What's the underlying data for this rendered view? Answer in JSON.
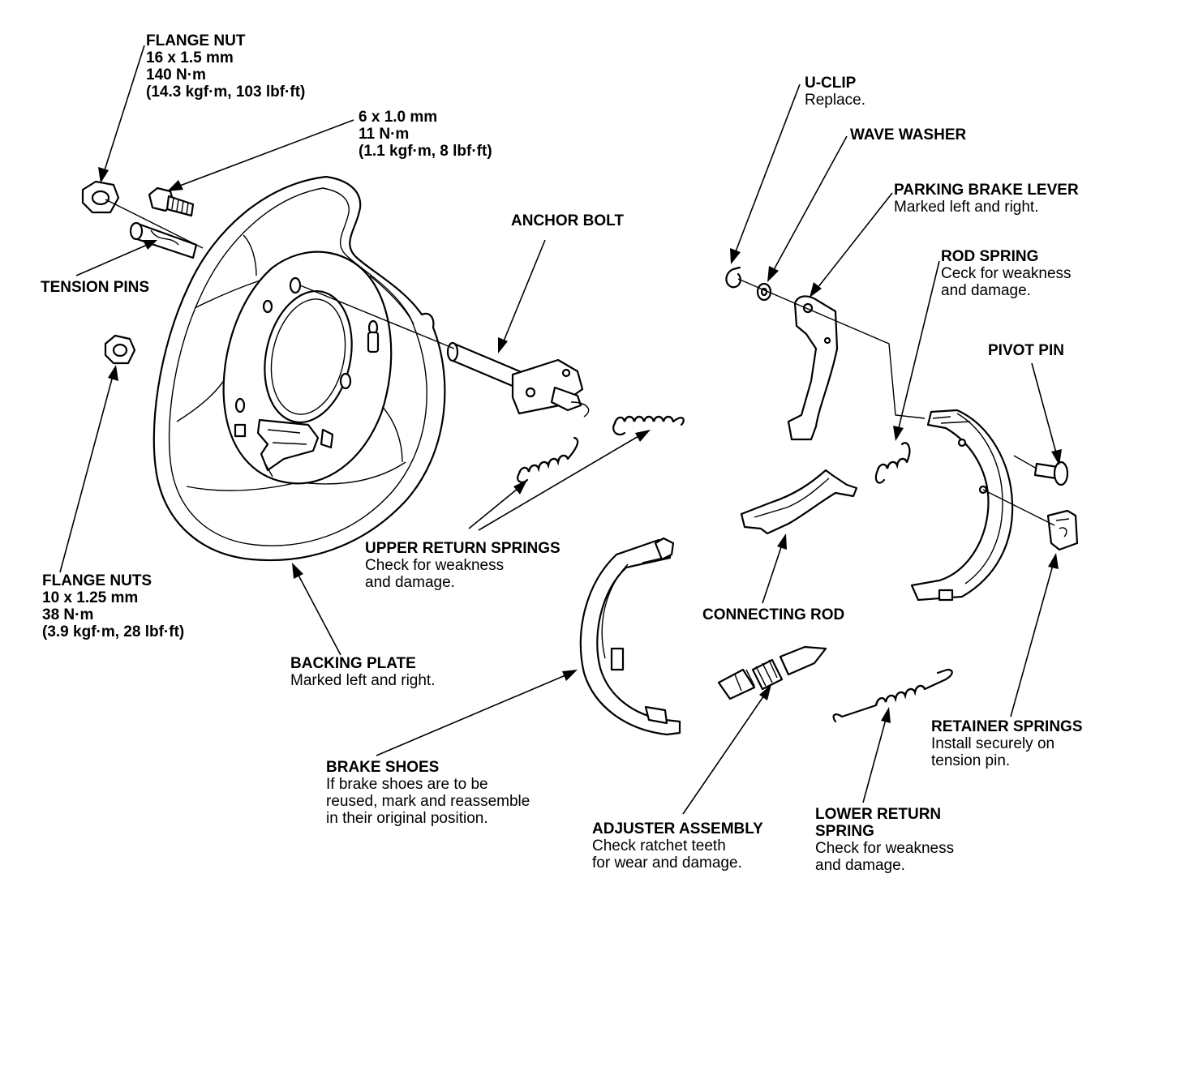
{
  "labels": {
    "flange_nut": {
      "title": "FLANGE NUT",
      "lines": [
        "16 x 1.5 mm",
        "140 N·m",
        "(14.3 kgf·m, 103 lbf·ft)"
      ]
    },
    "bolt_6mm": {
      "lines": [
        "6 x 1.0 mm",
        "11 N·m",
        "(1.1 kgf·m, 8 lbf·ft)"
      ]
    },
    "tension_pins": {
      "title": "TENSION PINS"
    },
    "anchor_bolt": {
      "title": "ANCHOR BOLT"
    },
    "flange_nuts": {
      "title": "FLANGE NUTS",
      "lines": [
        "10 x 1.25 mm",
        "38 N·m",
        "(3.9 kgf·m, 28 lbf·ft)"
      ]
    },
    "backing_plate": {
      "title": "BACKING PLATE",
      "lines": [
        "Marked left and right."
      ]
    },
    "upper_return_springs": {
      "title": "UPPER RETURN SPRINGS",
      "lines": [
        "Check for weakness",
        "and damage."
      ]
    },
    "brake_shoes": {
      "title": "BRAKE SHOES",
      "lines": [
        "If brake shoes are to be",
        "reused, mark and reassemble",
        "in their original position."
      ]
    },
    "adjuster_assembly": {
      "title": "ADJUSTER ASSEMBLY",
      "lines": [
        "Check ratchet teeth",
        "for wear and damage."
      ]
    },
    "u_clip": {
      "title": "U-CLIP",
      "lines": [
        "Replace."
      ]
    },
    "wave_washer": {
      "title": "WAVE WASHER"
    },
    "parking_brake_lever": {
      "title": "PARKING BRAKE LEVER",
      "lines": [
        "Marked left and right."
      ]
    },
    "rod_spring": {
      "title": "ROD SPRING",
      "lines": [
        "Ceck for weakness",
        "and damage."
      ]
    },
    "pivot_pin": {
      "title": "PIVOT PIN"
    },
    "connecting_rod": {
      "title": "CONNECTING ROD"
    },
    "retainer_springs": {
      "title": "RETAINER SPRINGS",
      "lines": [
        "Install securely on",
        "tension pin."
      ]
    },
    "lower_return_spring": {
      "title": "LOWER RETURN",
      "title2": "SPRING",
      "lines": [
        "Check for weakness",
        "and damage."
      ]
    }
  }
}
